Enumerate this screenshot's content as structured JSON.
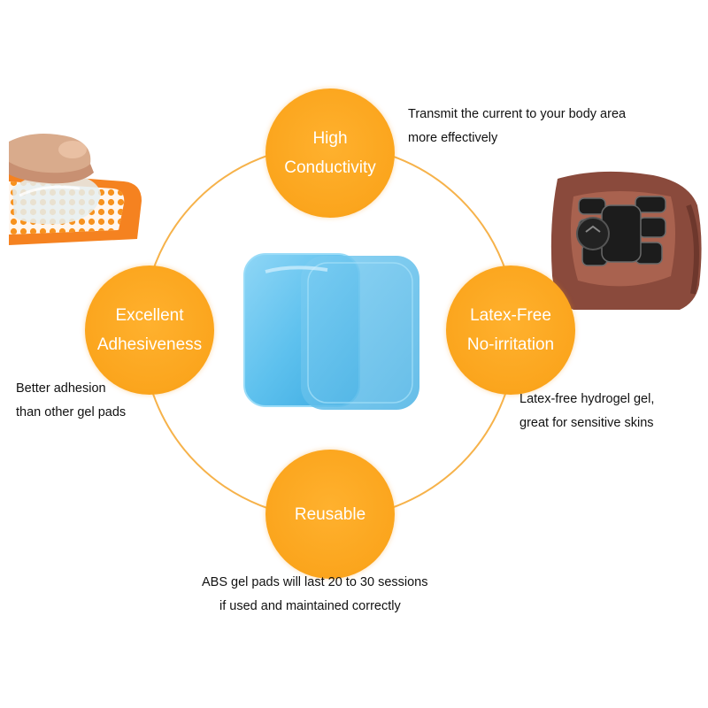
{
  "colors": {
    "badge_orange": "#fba51d",
    "ring_orange": "#f6b24a",
    "gel_blue": "#5ec1ee",
    "text": "#111111"
  },
  "features": {
    "high_conductivity": {
      "title_lines": [
        "High",
        "Conductivity"
      ],
      "description_lines": [
        "Transmit the current to your body area",
        "more effectively"
      ]
    },
    "excellent_adhesiveness": {
      "title_lines": [
        "Excellent",
        "Adhesiveness"
      ],
      "description_lines": [
        "Better adhesion",
        "than other gel pads"
      ]
    },
    "latex_free": {
      "title_lines": [
        "Latex-Free",
        "No-irritation"
      ],
      "description_lines": [
        "Latex-free hydrogel gel,",
        "great for sensitive skins"
      ]
    },
    "reusable": {
      "title_lines": [
        "Reusable"
      ],
      "description_lines": [
        "ABS gel pads will last 20 to 30 sessions",
        "if used and maintained correctly"
      ]
    }
  },
  "images": {
    "left_photo": "finger-peeling-gel-pad",
    "right_photo": "abs-stimulator-on-torso",
    "center": "blue-gel-pads"
  }
}
